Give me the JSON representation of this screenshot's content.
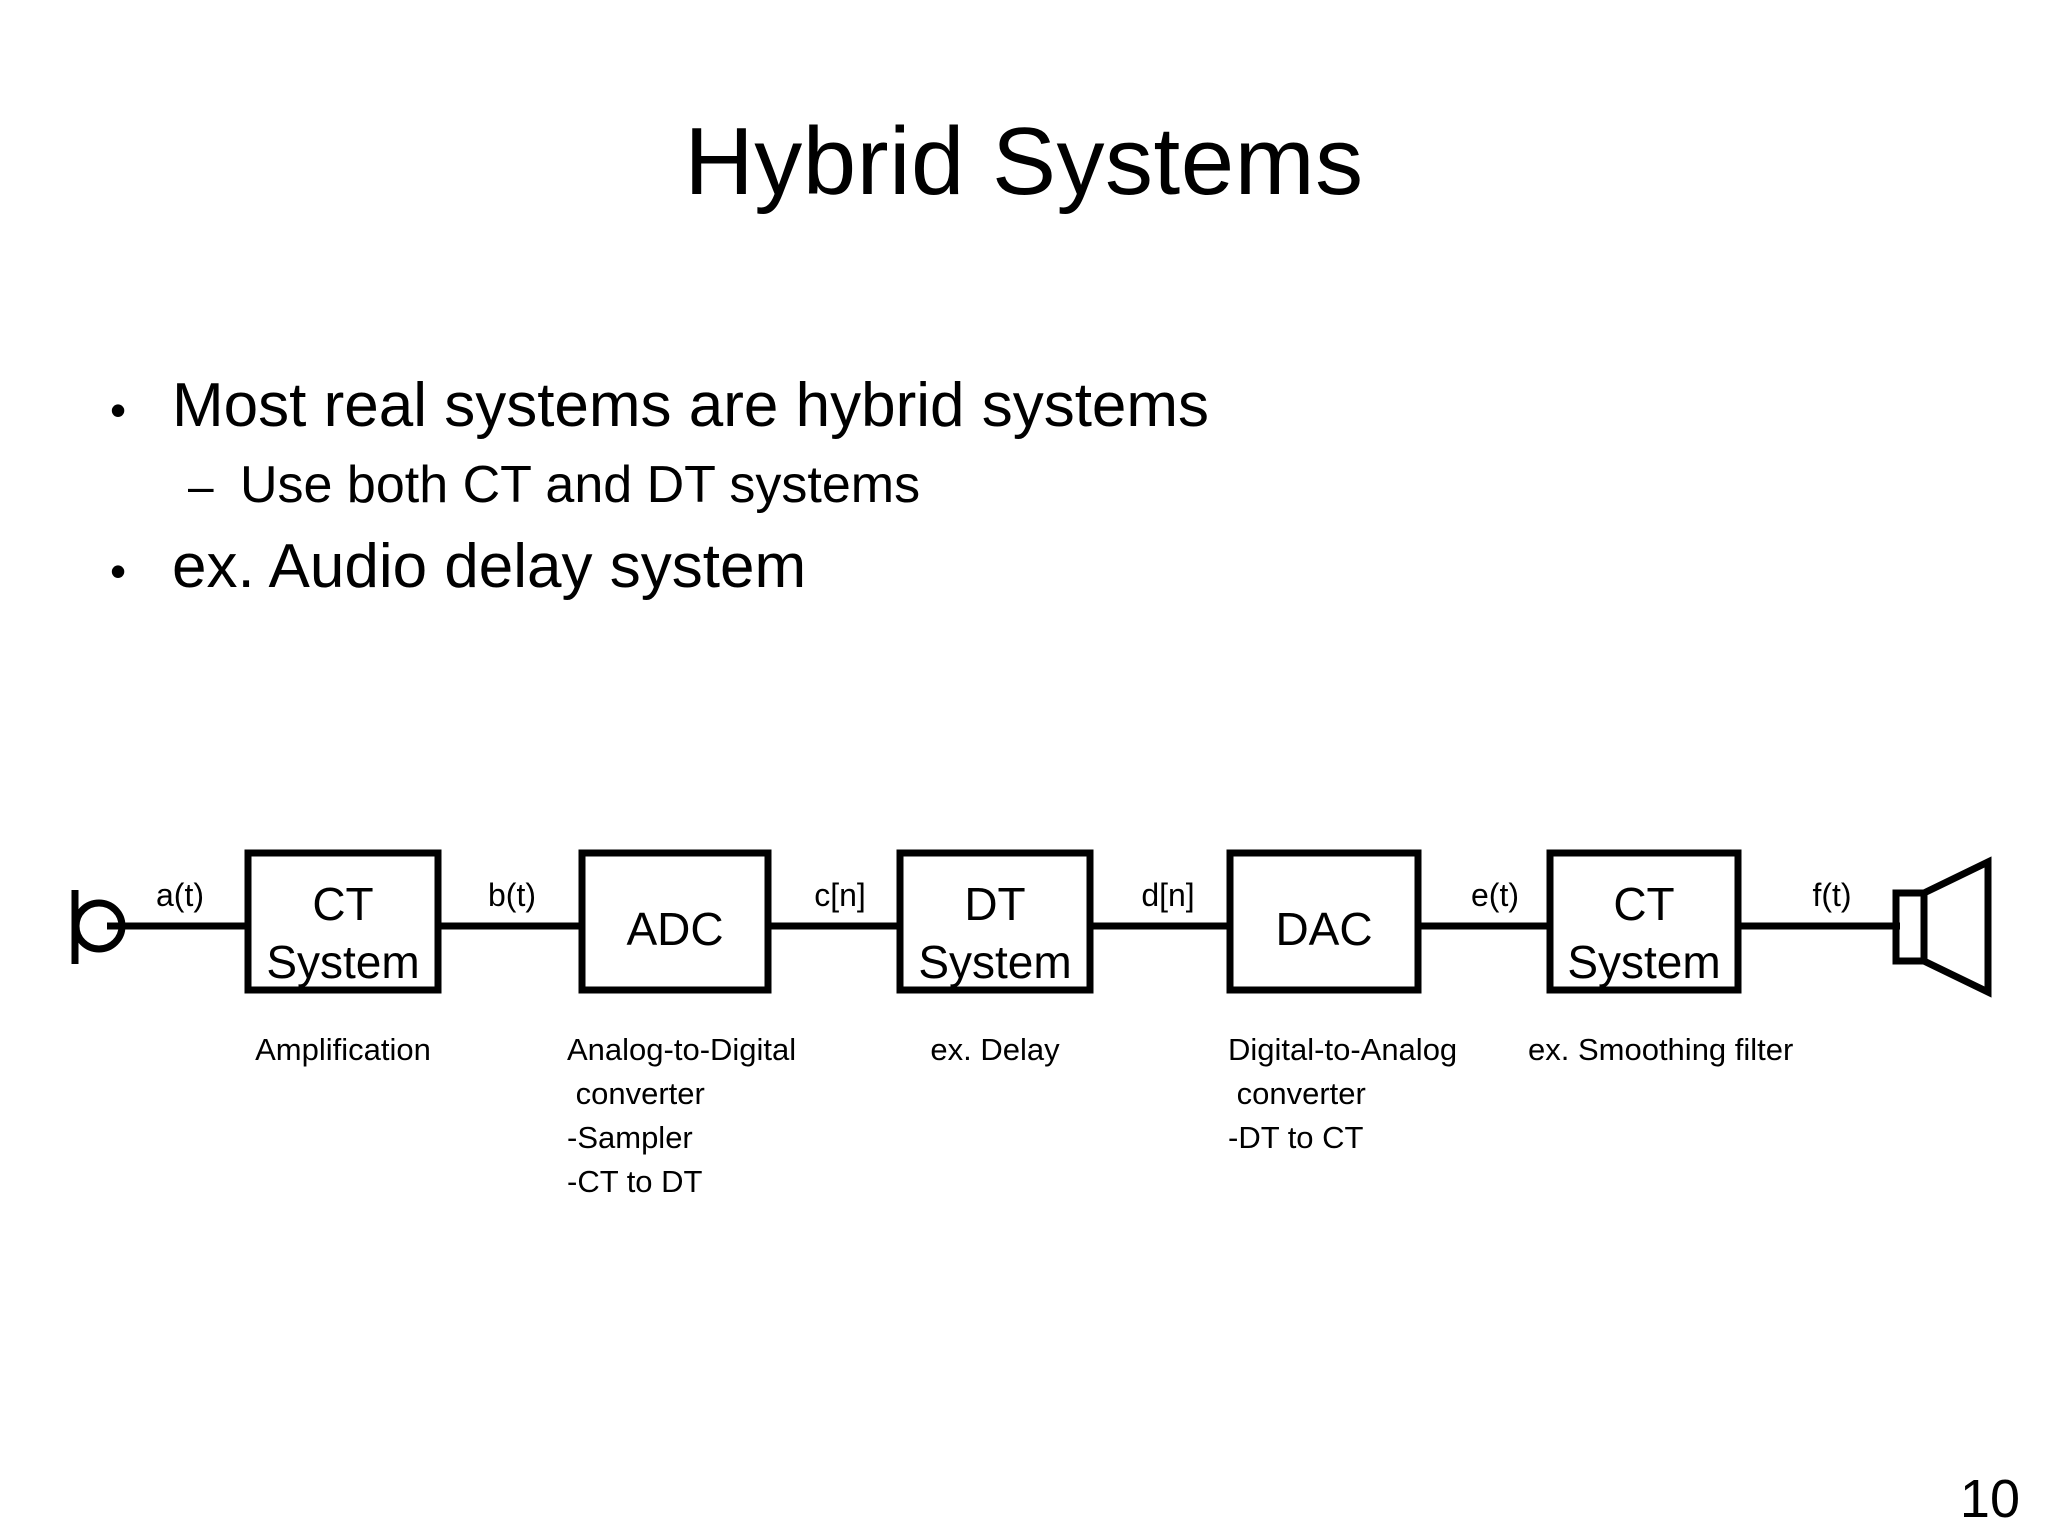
{
  "slide": {
    "title": "Hybrid Systems",
    "page_number": "10"
  },
  "bullets": [
    {
      "marker": "•",
      "text": "Most real systems are hybrid systems",
      "level": 1
    },
    {
      "marker": "–",
      "text": "Use both CT and DT systems",
      "level": 2
    },
    {
      "marker": "•",
      "text": "ex. Audio delay system",
      "level": 1
    }
  ],
  "diagram": {
    "input_icon": "microphone-icon",
    "output_icon": "speaker-icon",
    "blocks": [
      {
        "id": "ct-system-1",
        "line1": "CT",
        "line2": "System",
        "caption": [
          "Amplification"
        ]
      },
      {
        "id": "adc",
        "line1": "ADC",
        "line2": "",
        "caption": [
          "Analog-to-Digital",
          " converter",
          "-Sampler",
          "-CT to DT"
        ]
      },
      {
        "id": "dt-system",
        "line1": "DT",
        "line2": "System",
        "caption": [
          "ex. Delay"
        ]
      },
      {
        "id": "dac",
        "line1": "DAC",
        "line2": "",
        "caption": [
          "Digital-to-Analog",
          " converter",
          "-DT to CT"
        ]
      },
      {
        "id": "ct-system-2",
        "line1": "CT",
        "line2": "System",
        "caption": [
          "ex. Smoothing filter"
        ]
      }
    ],
    "signals": [
      "a(t)",
      "b(t)",
      "c[n]",
      "d[n]",
      "e(t)",
      "f(t)"
    ]
  },
  "colors": {
    "background": "#ffffff",
    "foreground": "#000000"
  }
}
